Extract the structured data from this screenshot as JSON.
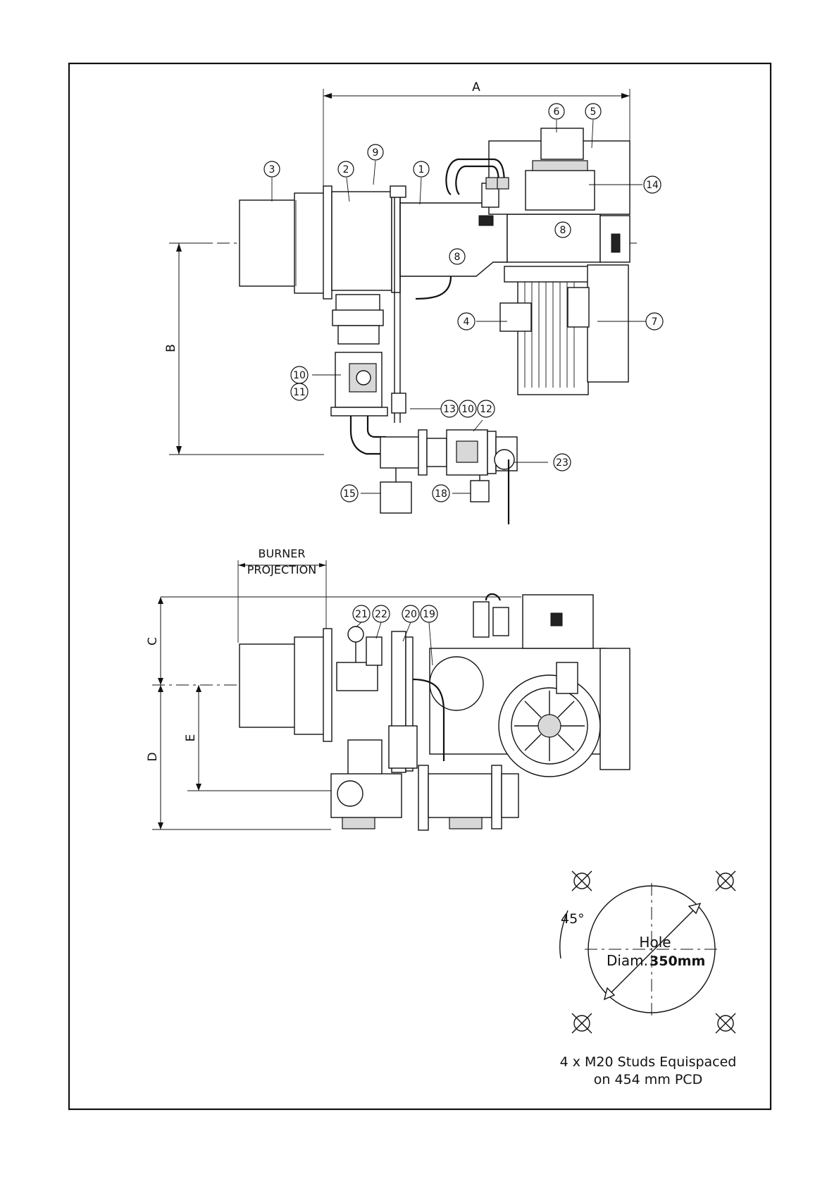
{
  "dimensions": {
    "A": "A",
    "B": "B",
    "C": "C",
    "D": "D",
    "E": "E"
  },
  "burner_projection": {
    "line1": "BURNER",
    "line2": "PROJECTION"
  },
  "balloons_top": [
    {
      "id": "b-3",
      "label": "3"
    },
    {
      "id": "b-2",
      "label": "2"
    },
    {
      "id": "b-9",
      "label": "9"
    },
    {
      "id": "b-1",
      "label": "1"
    },
    {
      "id": "b-6",
      "label": "6"
    },
    {
      "id": "b-5",
      "label": "5"
    },
    {
      "id": "b-14",
      "label": "14"
    },
    {
      "id": "b-8a",
      "label": "8"
    },
    {
      "id": "b-8b",
      "label": "8"
    },
    {
      "id": "b-4",
      "label": "4"
    },
    {
      "id": "b-7",
      "label": "7"
    },
    {
      "id": "b-10a",
      "label": "10"
    },
    {
      "id": "b-11",
      "label": "11"
    },
    {
      "id": "b-13",
      "label": "13"
    },
    {
      "id": "b-10b",
      "label": "10"
    },
    {
      "id": "b-12",
      "label": "12"
    },
    {
      "id": "b-23",
      "label": "23"
    },
    {
      "id": "b-15",
      "label": "15"
    },
    {
      "id": "b-18",
      "label": "18"
    }
  ],
  "balloons_side": [
    {
      "id": "b-21",
      "label": "21"
    },
    {
      "id": "b-22",
      "label": "22"
    },
    {
      "id": "b-20",
      "label": "20"
    },
    {
      "id": "b-19",
      "label": "19"
    }
  ],
  "mounting_plate": {
    "angle": "45°",
    "hole_line1": "Hole",
    "hole_line2": "Diam.",
    "hole_value": "350mm",
    "studs_line1": "4 x M20 Studs Equispaced",
    "studs_line2": "on 454 mm PCD"
  }
}
